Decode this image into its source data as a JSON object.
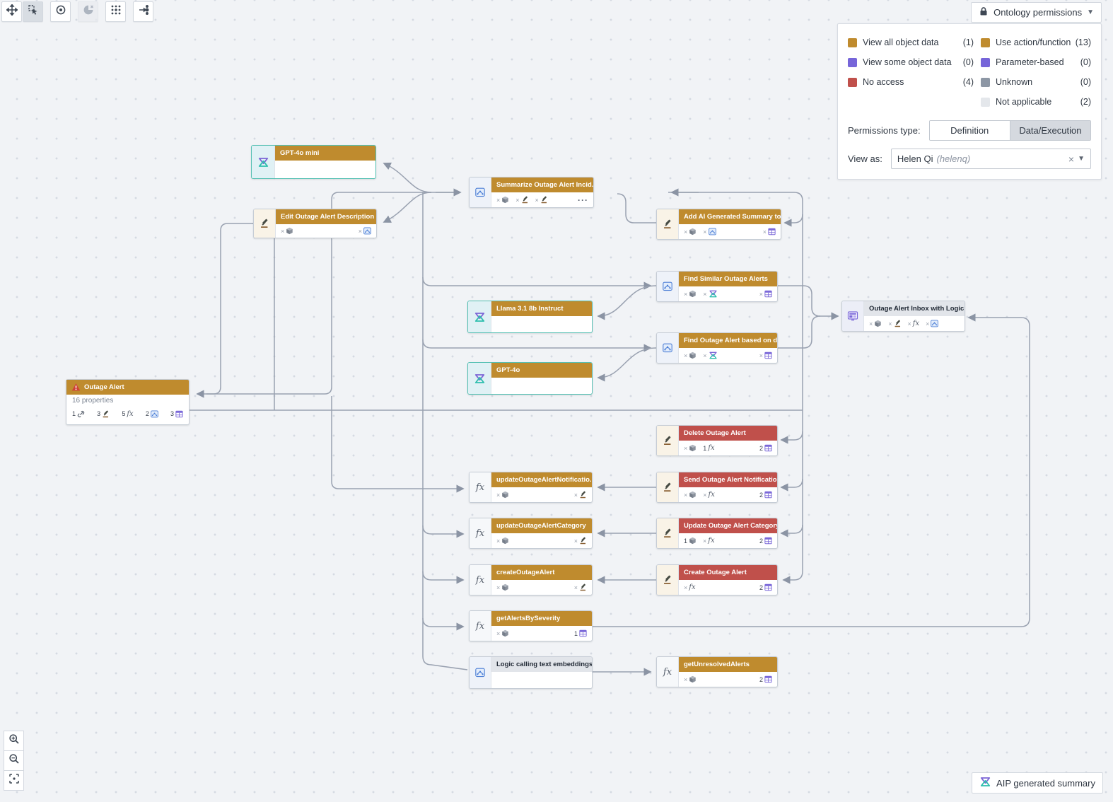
{
  "toolbar": {
    "buttons": [
      {
        "name": "pan-tool",
        "state": "normal"
      },
      {
        "name": "select-tool",
        "state": "active"
      },
      {
        "name": "focus-tool",
        "state": "normal"
      },
      {
        "name": "clear-selection-tool",
        "state": "disabled"
      },
      {
        "name": "layout-tool",
        "state": "normal"
      },
      {
        "name": "trace-tool",
        "state": "normal"
      }
    ]
  },
  "panel": {
    "title_button": "Ontology permissions",
    "legend_left": [
      {
        "label": "View all object data",
        "count": "(1)",
        "color": "#bf8b2e"
      },
      {
        "label": "View some object data",
        "count": "(0)",
        "color": "#7665d9"
      },
      {
        "label": "No access",
        "count": "(4)",
        "color": "#c0504b"
      }
    ],
    "legend_right": [
      {
        "label": "Use action/function",
        "count": "(13)",
        "color": "#bf8b2e"
      },
      {
        "label": "Parameter-based",
        "count": "(0)",
        "color": "#7665d9"
      },
      {
        "label": "Unknown",
        "count": "(0)",
        "color": "#8d97a5"
      },
      {
        "label": "Not applicable",
        "count": "(2)",
        "color": "#e4e7eb"
      }
    ],
    "permissions_type_label": "Permissions type:",
    "tabs": [
      {
        "label": "Definition",
        "active": false
      },
      {
        "label": "Data/Execution",
        "active": true
      }
    ],
    "view_as_label": "View as:",
    "view_as_name": "Helen Qi",
    "view_as_username": "(helenq)"
  },
  "nodes": [
    {
      "id": "gpt4omini",
      "title": "GPT-4o mini",
      "kind": "model",
      "header": "gold",
      "icon": "aip",
      "badges": []
    },
    {
      "id": "edit",
      "title": "Edit Outage Alert Description ...",
      "kind": "action",
      "header": "gold",
      "icon": "gavel",
      "badges": [
        {
          "p": "x",
          "i": "cube"
        },
        {
          "p": "x",
          "i": "logic",
          "right": true
        }
      ]
    },
    {
      "id": "summarize",
      "title": "Summarize Outage Alert Incid...",
      "kind": "logic",
      "header": "gold",
      "icon": "logic",
      "badges": [
        {
          "p": "x",
          "i": "cube"
        },
        {
          "p": "x",
          "i": "gavel"
        },
        {
          "p": "x",
          "i": "gavel"
        },
        {
          "p": "",
          "i": "dots",
          "right": true
        }
      ]
    },
    {
      "id": "addai",
      "title": "Add AI Generated Summary to...",
      "kind": "action",
      "header": "gold",
      "icon": "gavel",
      "badges": [
        {
          "p": "x",
          "i": "cube"
        },
        {
          "p": "x",
          "i": "logic"
        },
        {
          "p": "x",
          "i": "table",
          "right": true
        }
      ]
    },
    {
      "id": "findsimilar",
      "title": "Find Similar Outage Alerts",
      "kind": "logic",
      "header": "gold",
      "icon": "logic",
      "badges": [
        {
          "p": "x",
          "i": "cube"
        },
        {
          "p": "x",
          "i": "aip"
        },
        {
          "p": "x",
          "i": "table",
          "right": true
        }
      ]
    },
    {
      "id": "llama",
      "title": "Llama 3.1 8b Instruct",
      "kind": "model",
      "header": "gold",
      "icon": "aip",
      "badges": []
    },
    {
      "id": "findoutage",
      "title": "Find Outage Alert based on de...",
      "kind": "logic",
      "header": "gold",
      "icon": "logic",
      "badges": [
        {
          "p": "x",
          "i": "cube"
        },
        {
          "p": "x",
          "i": "aip"
        },
        {
          "p": "x",
          "i": "table",
          "right": true
        }
      ]
    },
    {
      "id": "gpt4o",
      "title": "GPT-4o",
      "kind": "model",
      "header": "gold",
      "icon": "aip",
      "badges": []
    },
    {
      "id": "outage",
      "title": "Outage Alert",
      "kind": "object",
      "header": "gold",
      "icon": "warning",
      "subtitle": "16 properties",
      "footer": [
        {
          "p": "1",
          "i": "link"
        },
        {
          "p": "3",
          "i": "gavel"
        },
        {
          "p": "5",
          "i": "fx"
        },
        {
          "p": "2",
          "i": "logic"
        },
        {
          "p": "3",
          "i": "table"
        }
      ],
      "badges": []
    },
    {
      "id": "delete",
      "title": "Delete Outage Alert",
      "kind": "action",
      "header": "red",
      "icon": "gavel",
      "badges": [
        {
          "p": "x",
          "i": "cube"
        },
        {
          "p": "1",
          "i": "fx"
        },
        {
          "p": "2",
          "i": "table",
          "right": true
        }
      ]
    },
    {
      "id": "updnotif",
      "title": "updateOutageAlertNotificatio...",
      "kind": "function",
      "header": "gold",
      "icon": "fx",
      "badges": [
        {
          "p": "x",
          "i": "cube"
        },
        {
          "p": "x",
          "i": "gavel",
          "right": true
        }
      ]
    },
    {
      "id": "sendnotif",
      "title": "Send Outage Alert Notificatio...",
      "kind": "action",
      "header": "red",
      "icon": "gavel",
      "badges": [
        {
          "p": "x",
          "i": "cube"
        },
        {
          "p": "x",
          "i": "fx"
        },
        {
          "p": "2",
          "i": "table",
          "right": true
        }
      ]
    },
    {
      "id": "updcat",
      "title": "updateOutageAlertCategory",
      "kind": "function",
      "header": "gold",
      "icon": "fx",
      "badges": [
        {
          "p": "x",
          "i": "cube"
        },
        {
          "p": "x",
          "i": "gavel",
          "right": true
        }
      ]
    },
    {
      "id": "updcatact",
      "title": "Update Outage Alert Category",
      "kind": "action",
      "header": "red",
      "icon": "gavel",
      "badges": [
        {
          "p": "1",
          "i": "cube"
        },
        {
          "p": "x",
          "i": "fx"
        },
        {
          "p": "2",
          "i": "table",
          "right": true
        }
      ]
    },
    {
      "id": "createfn",
      "title": "createOutageAlert",
      "kind": "function",
      "header": "gold",
      "icon": "fx",
      "badges": [
        {
          "p": "x",
          "i": "cube"
        },
        {
          "p": "x",
          "i": "gavel",
          "right": true
        }
      ]
    },
    {
      "id": "createact",
      "title": "Create Outage Alert",
      "kind": "action",
      "header": "red",
      "icon": "gavel",
      "badges": [
        {
          "p": "x",
          "i": "fx"
        },
        {
          "p": "2",
          "i": "table",
          "right": true
        }
      ]
    },
    {
      "id": "getalerts",
      "title": "getAlertsBySeverity",
      "kind": "function",
      "header": "gold",
      "icon": "fx",
      "badges": [
        {
          "p": "x",
          "i": "cube"
        },
        {
          "p": "1",
          "i": "table",
          "right": true
        }
      ]
    },
    {
      "id": "logicembed",
      "title": "Logic calling text embeddings",
      "kind": "logic",
      "header": "gray",
      "icon": "logic",
      "badges": []
    },
    {
      "id": "getunresolved",
      "title": "getUnresolvedAlerts",
      "kind": "function",
      "header": "gold",
      "icon": "fx",
      "badges": [
        {
          "p": "x",
          "i": "cube"
        },
        {
          "p": "2",
          "i": "table",
          "right": true
        }
      ]
    },
    {
      "id": "inbox",
      "title": "Outage Alert Inbox with Logic",
      "kind": "module",
      "header": "gray",
      "icon": "inbox",
      "badges": [
        {
          "p": "x",
          "i": "cube"
        },
        {
          "p": "x",
          "i": "gavel"
        },
        {
          "p": "x",
          "i": "fx"
        },
        {
          "p": "x",
          "i": "logic"
        }
      ]
    }
  ],
  "footer_badge": {
    "label": "AIP generated summary"
  },
  "colors": {
    "gold": "#bf8b2e",
    "red": "#c0504b",
    "purple": "#7665d9",
    "teal": "#2fbfae",
    "unknown_gray": "#8d97a5",
    "not_applicable": "#e4e7eb",
    "edge": "#99a1b0"
  }
}
